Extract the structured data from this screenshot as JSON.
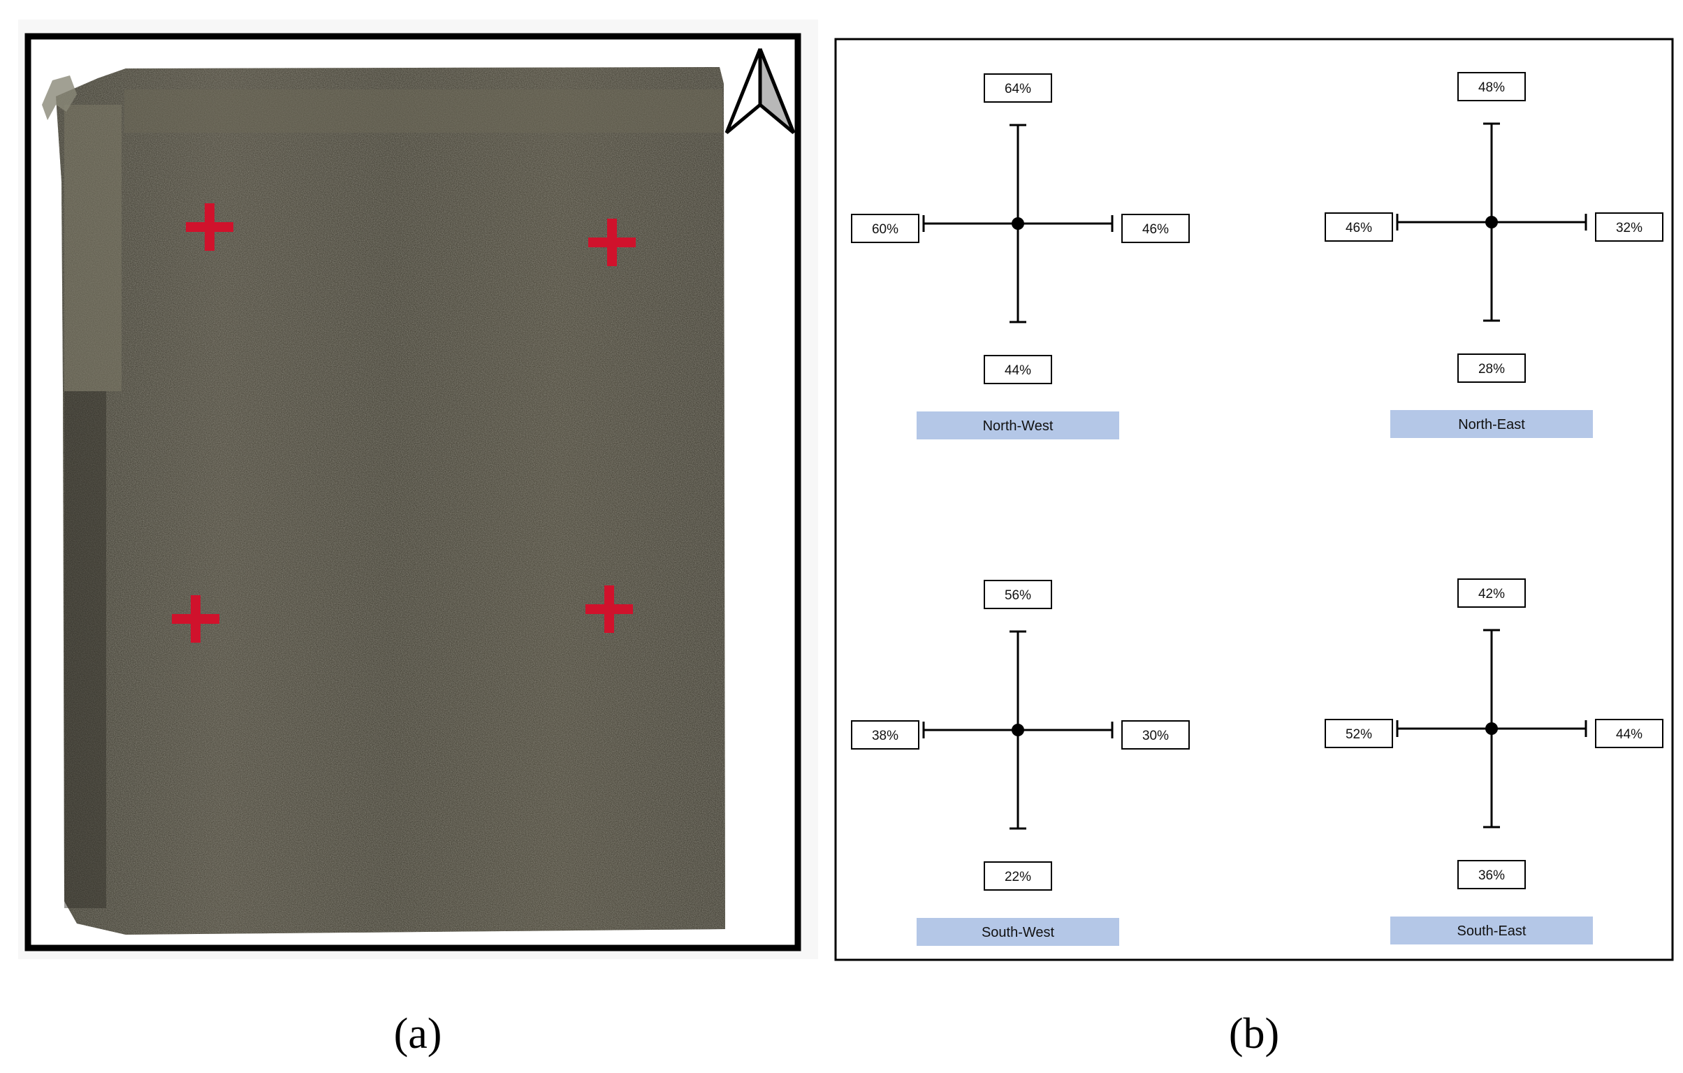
{
  "panel_a": {
    "label": "(a)",
    "north_arrow_icon": "north-arrow-icon",
    "marker_icon": "red-cross-icon",
    "marker_color": "#d0122c",
    "field_color": "#4a4638",
    "markers": [
      {
        "name": "north-west"
      },
      {
        "name": "north-east"
      },
      {
        "name": "south-west"
      },
      {
        "name": "south-east"
      }
    ]
  },
  "panel_b": {
    "label": "(b)",
    "region_label_bg": "#b4c7e7",
    "quadrants": [
      {
        "region": "North-West",
        "north": "64%",
        "west": "60%",
        "east": "46%",
        "south": "44%"
      },
      {
        "region": "North-East",
        "north": "48%",
        "west": "46%",
        "east": "32%",
        "south": "28%"
      },
      {
        "region": "South-West",
        "north": "56%",
        "west": "38%",
        "east": "30%",
        "south": "22%"
      },
      {
        "region": "South-East",
        "north": "42%",
        "west": "52%",
        "east": "44%",
        "south": "36%"
      }
    ]
  }
}
